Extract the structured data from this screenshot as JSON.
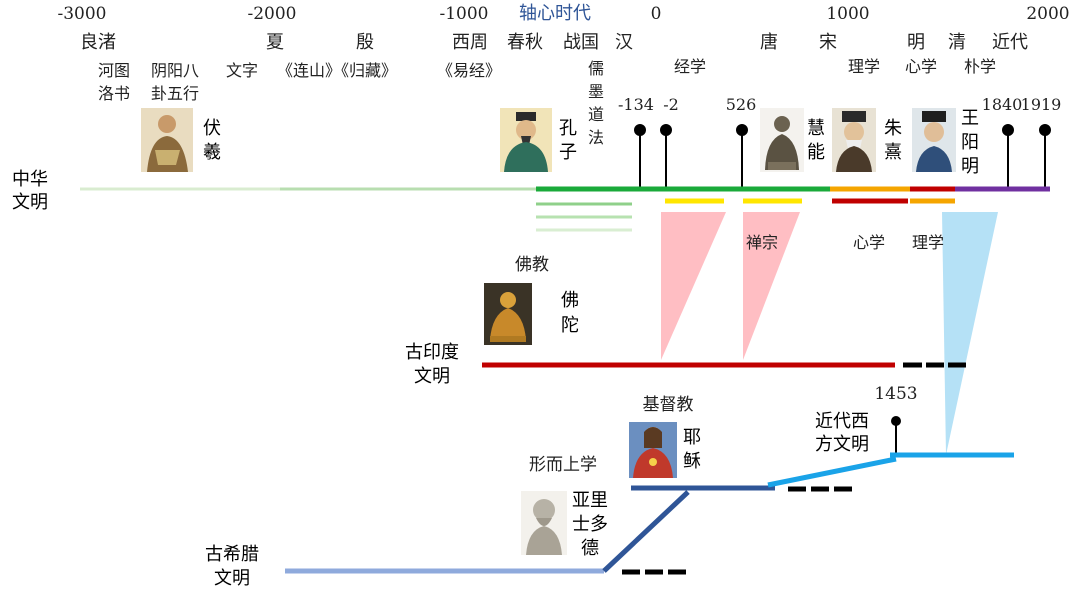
{
  "timeline": {
    "years": [
      "-3000",
      "-2000",
      "-1000",
      "0",
      "1000",
      "2000"
    ],
    "axial_age_label": "轴心时代",
    "dynasties": [
      "良渚",
      "夏",
      "殷",
      "西周",
      "春秋",
      "战国",
      "汉",
      "唐",
      "宋",
      "明",
      "清",
      "近代"
    ]
  },
  "china": {
    "name_line1": "中华",
    "name_line2": "文明",
    "works": [
      "河图",
      "洛书",
      "阴阳八",
      "卦五行",
      "文字",
      "《连山》《归藏》",
      "《易经》"
    ],
    "schools": [
      "儒",
      "墨",
      "道",
      "法"
    ],
    "jingxue": "经学",
    "lixue": "理学",
    "xinxue": "心学",
    "puxue": "朴学",
    "chanzong": "禅宗",
    "xinxue2": "心学",
    "lixue2": "理学",
    "markers": [
      "-134",
      "-2",
      "526",
      "1840",
      "1919"
    ],
    "persons": [
      {
        "name1": "伏",
        "name2": "羲",
        "icon": "fuxi-portrait-icon"
      },
      {
        "name1": "孔",
        "name2": "子",
        "icon": "confucius-portrait-icon"
      },
      {
        "name1": "慧",
        "name2": "能",
        "icon": "huineng-statue-icon"
      },
      {
        "name1": "朱",
        "name2": "熹",
        "icon": "zhuxi-portrait-icon"
      },
      {
        "name1": "王",
        "name2": "阳",
        "name3": "明",
        "icon": "wangyangming-portrait-icon"
      }
    ]
  },
  "india": {
    "name_line1": "古印度",
    "name_line2": "文明",
    "religion": "佛教",
    "person": {
      "name1": "佛",
      "name2": "陀",
      "icon": "buddha-statue-icon"
    }
  },
  "greece": {
    "name_line1": "古希腊",
    "name_line2": "文明",
    "metaphysics": "形而上学",
    "christianity": "基督教",
    "modern_west_line1": "近代西",
    "modern_west_line2": "方文明",
    "marker": "1453",
    "aristotle": {
      "name1": "亚里",
      "name2": "士多",
      "name3": "德",
      "icon": "aristotle-bust-icon"
    },
    "jesus": {
      "name1": "耶",
      "name2": "稣",
      "icon": "jesus-portrait-icon"
    }
  },
  "colors": {
    "china_green": "#1aaa3a",
    "china_orange": "#f5a500",
    "china_red": "#c00000",
    "china_purple": "#7030a0",
    "yellow": "#ffe600",
    "india_red": "#c00000",
    "greece_blue": "#2f5597",
    "greece_light": "#8faadc",
    "modern_blue": "#1aa3e8",
    "pink": "#ffb3b8",
    "light_blue": "#a8dcf5",
    "axial_blue": "#2f5597"
  }
}
